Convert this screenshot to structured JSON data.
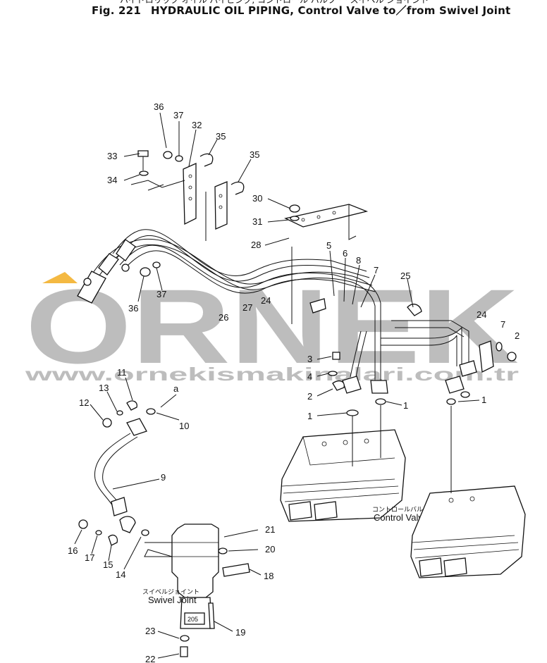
{
  "figure": {
    "title_jp": "ハイドロリック オイル パイピング, コントロール バルブ ー スイベル ジョイント",
    "number": "Fig. 221",
    "title": "HYDRAULIC OIL PIPING, Control Valve to／from Swivel Joint"
  },
  "watermark": {
    "logo": "ORNEK",
    "url": "www.ornekismakinalari.com.tr",
    "accent_color": "#f4b942",
    "gray_color": "#bdbdbd"
  },
  "captions": {
    "control_valve_jp": "コントロールバルブ",
    "control_valve": "Control Valve",
    "swivel_joint_jp": "スイベルジョイント",
    "swivel_joint": "Swivel Joint",
    "swivel_mark": "205",
    "ref_a": "a"
  },
  "part_labels": [
    {
      "id": "36",
      "text": "36"
    },
    {
      "id": "37",
      "text": "37"
    },
    {
      "id": "32",
      "text": "32"
    },
    {
      "id": "35",
      "text": "35"
    },
    {
      "id": "33",
      "text": "33"
    },
    {
      "id": "35b",
      "text": "35"
    },
    {
      "id": "34",
      "text": "34"
    },
    {
      "id": "30",
      "text": "30"
    },
    {
      "id": "31",
      "text": "31"
    },
    {
      "id": "28",
      "text": "28"
    },
    {
      "id": "5",
      "text": "5"
    },
    {
      "id": "6",
      "text": "6"
    },
    {
      "id": "8",
      "text": "8"
    },
    {
      "id": "7",
      "text": "7"
    },
    {
      "id": "25",
      "text": "25"
    },
    {
      "id": "36b",
      "text": "36"
    },
    {
      "id": "37b",
      "text": "37"
    },
    {
      "id": "27",
      "text": "27"
    },
    {
      "id": "24",
      "text": "24"
    },
    {
      "id": "26",
      "text": "26"
    },
    {
      "id": "24b",
      "text": "24"
    },
    {
      "id": "7b",
      "text": "7"
    },
    {
      "id": "2b",
      "text": "2"
    },
    {
      "id": "3",
      "text": "3"
    },
    {
      "id": "4",
      "text": "4"
    },
    {
      "id": "2",
      "text": "2"
    },
    {
      "id": "1a",
      "text": "1"
    },
    {
      "id": "1b",
      "text": "1"
    },
    {
      "id": "1c",
      "text": "1"
    },
    {
      "id": "11",
      "text": "11"
    },
    {
      "id": "13",
      "text": "13"
    },
    {
      "id": "12",
      "text": "12"
    },
    {
      "id": "10",
      "text": "10"
    },
    {
      "id": "9",
      "text": "9"
    },
    {
      "id": "21",
      "text": "21"
    },
    {
      "id": "20",
      "text": "20"
    },
    {
      "id": "16",
      "text": "16"
    },
    {
      "id": "17",
      "text": "17"
    },
    {
      "id": "15",
      "text": "15"
    },
    {
      "id": "14",
      "text": "14"
    },
    {
      "id": "18",
      "text": "18"
    },
    {
      "id": "19",
      "text": "19"
    },
    {
      "id": "23",
      "text": "23"
    },
    {
      "id": "22",
      "text": "22"
    }
  ]
}
